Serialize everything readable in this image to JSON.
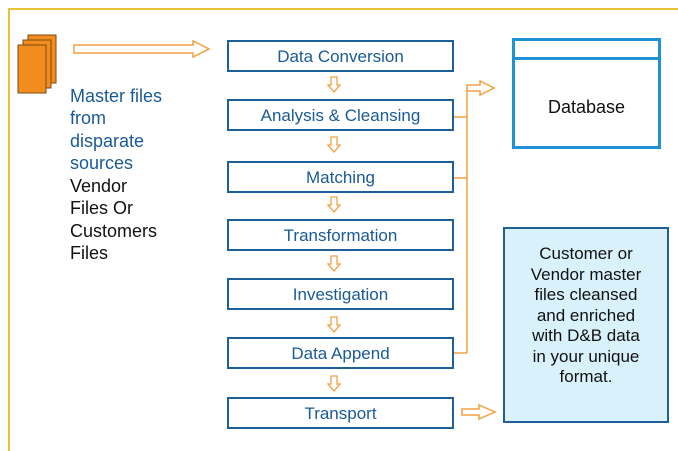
{
  "source": {
    "blue_text": "Master files\nfrom\ndisparate\nsources",
    "black_text": "Vendor\nFiles Or\nCustomers\nFiles"
  },
  "steps": [
    {
      "label": "Data Conversion"
    },
    {
      "label": "Analysis & Cleansing"
    },
    {
      "label": "Matching"
    },
    {
      "label": "Transformation"
    },
    {
      "label": "Investigation"
    },
    {
      "label": "Data Append"
    },
    {
      "label": "Transport"
    }
  ],
  "database": {
    "label": "Database"
  },
  "result": {
    "text": "Customer or\nVendor master\nfiles cleansed\nand enriched\nwith D&B data\nin your unique\nformat."
  },
  "colors": {
    "frame": "#e8c33a",
    "box_border": "#1f5f99",
    "text_blue": "#1a5a96",
    "arrow_orange": "#f0a040",
    "file_orange": "#f28c1e",
    "db_blue": "#1f92d6",
    "result_bg": "#d9f1fb"
  }
}
